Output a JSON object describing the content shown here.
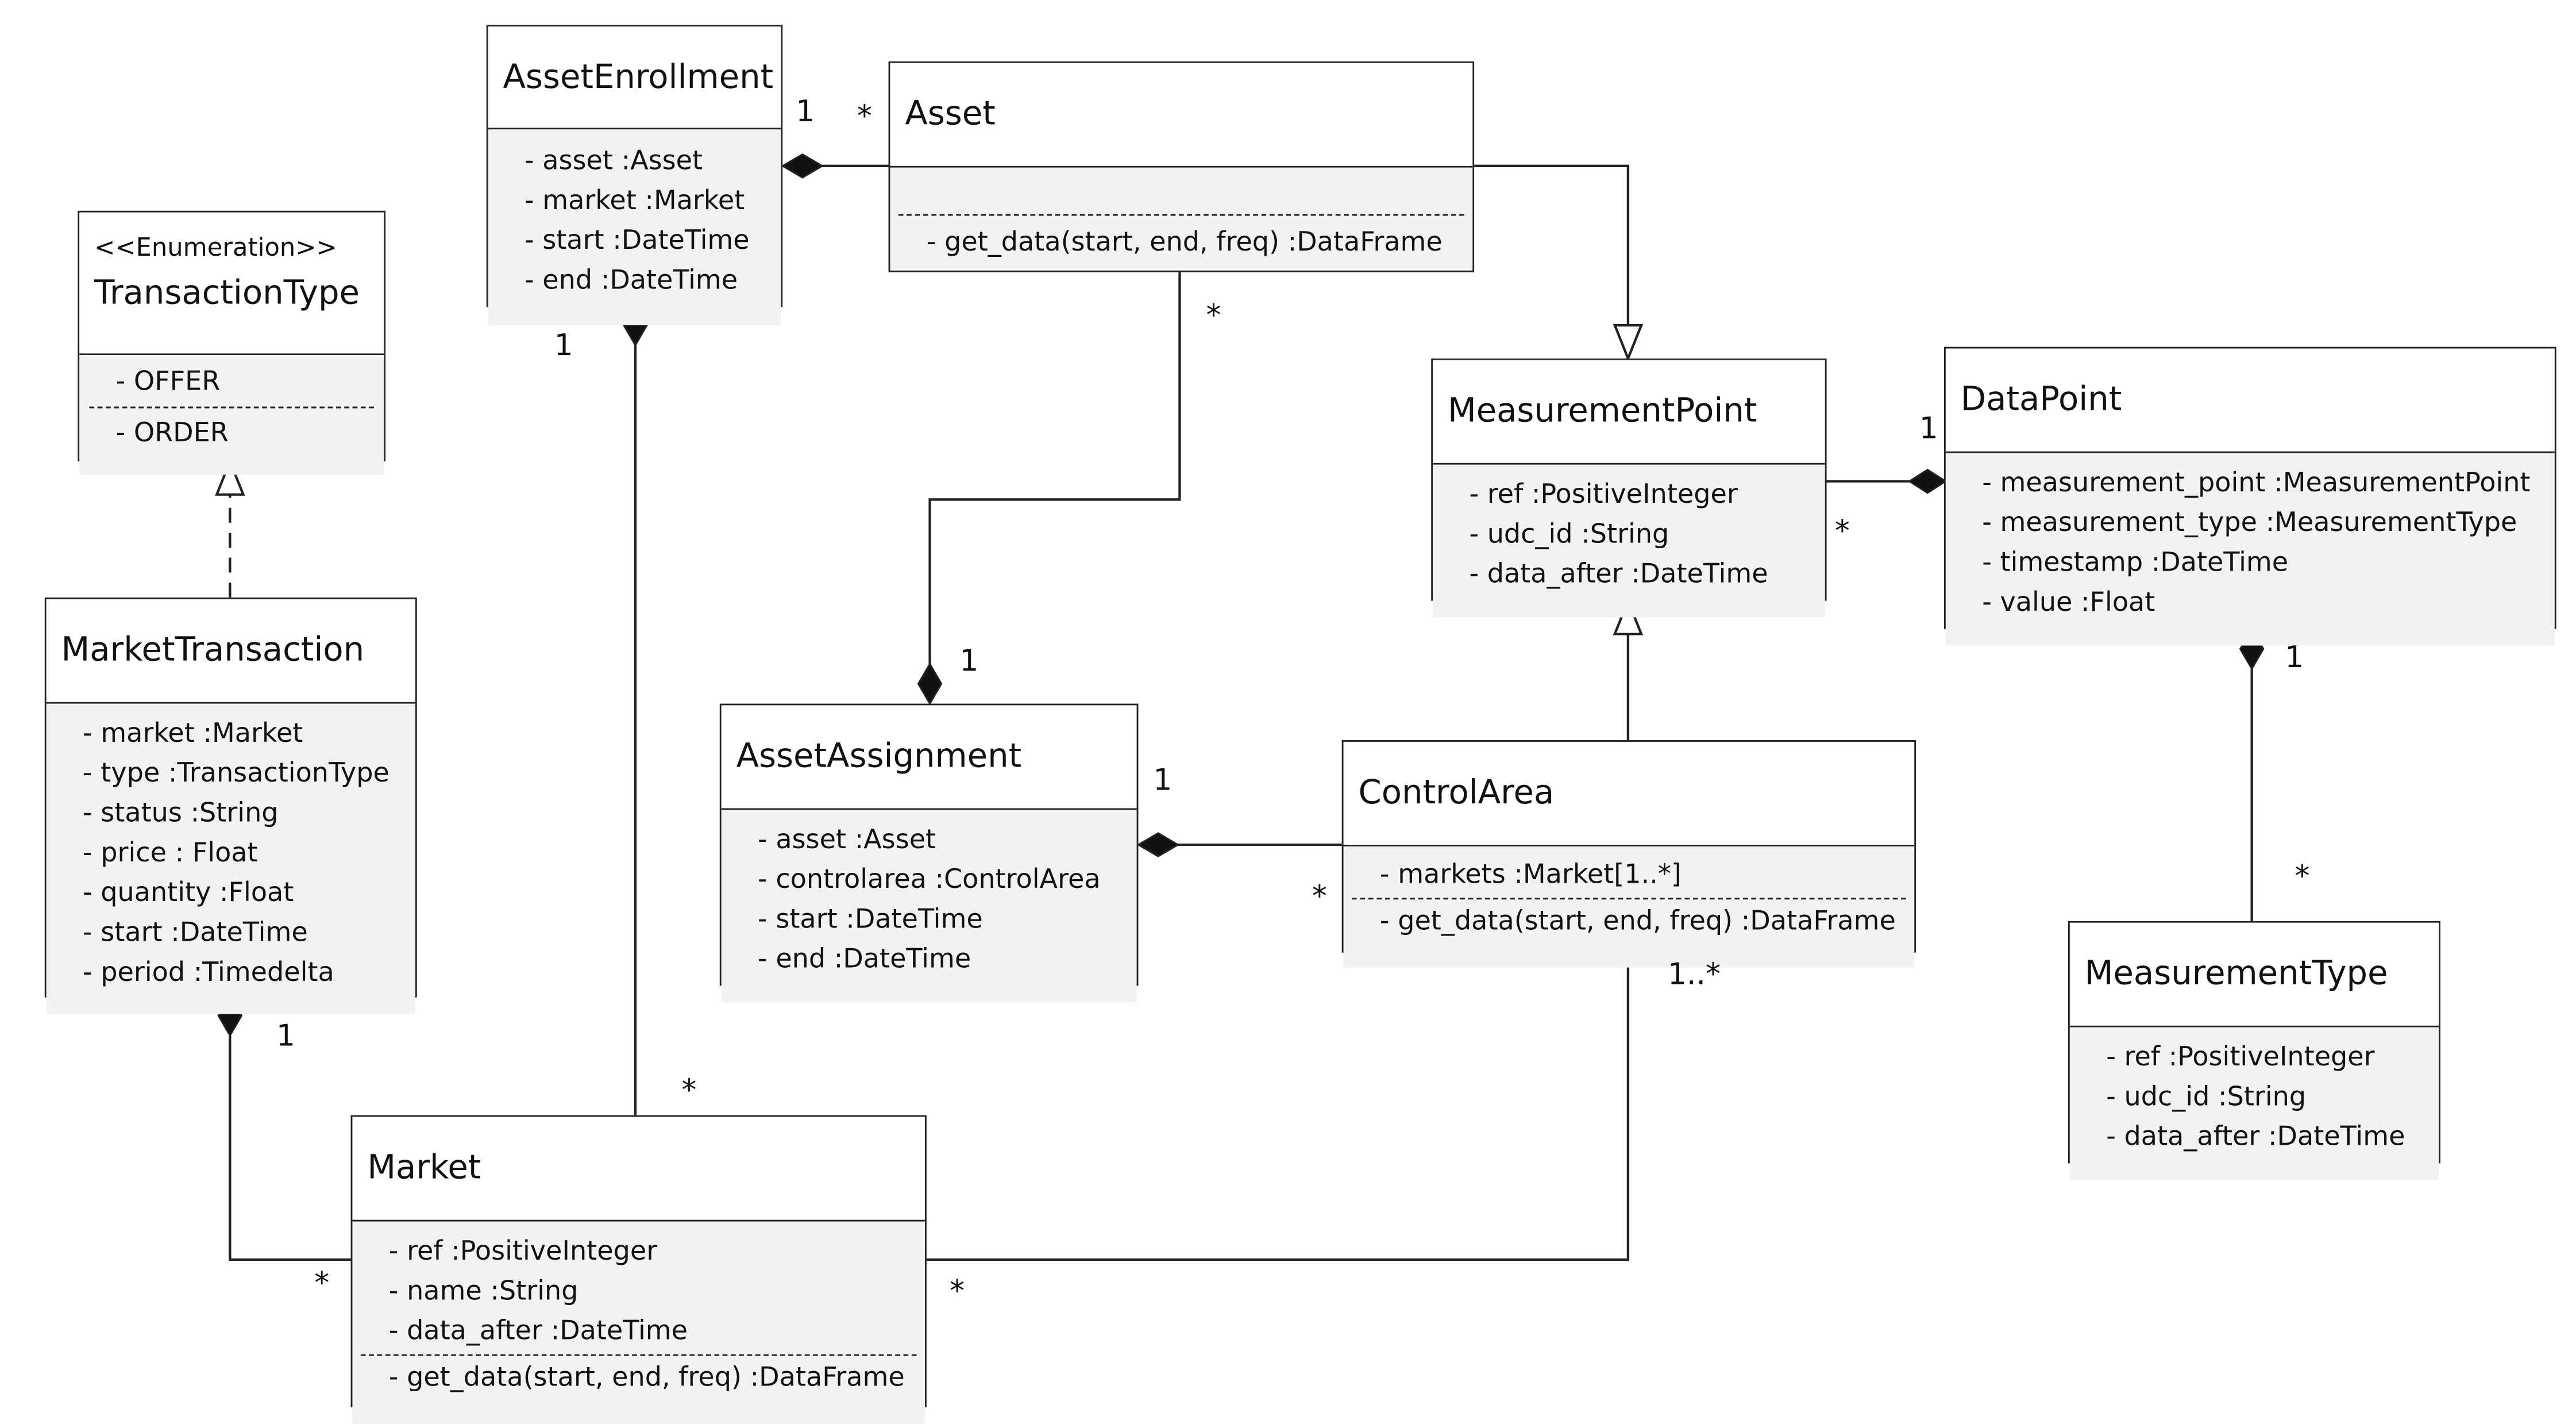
{
  "classes": {
    "transaction_type": {
      "stereotype": "<<Enumeration>>",
      "name": "TransactionType",
      "literals": [
        "- OFFER",
        "- ORDER"
      ]
    },
    "market_transaction": {
      "name": "MarketTransaction",
      "attributes": [
        "- market :Market",
        "- type :TransactionType",
        "- status :String",
        "- price : Float",
        "- quantity :Float",
        "- start :DateTime",
        "- period :Timedelta"
      ]
    },
    "asset_enrollment": {
      "name": "AssetEnrollment",
      "attributes": [
        "- asset :Asset",
        "- market :Market",
        "- start :DateTime",
        "- end :DateTime"
      ]
    },
    "asset": {
      "name": "Asset",
      "methods": [
        "- get_data(start, end, freq) :DataFrame"
      ]
    },
    "measurement_point": {
      "name": "MeasurementPoint",
      "attributes": [
        "- ref :PositiveInteger",
        "- udc_id :String",
        "- data_after :DateTime"
      ]
    },
    "data_point": {
      "name": "DataPoint",
      "attributes": [
        "- measurement_point :MeasurementPoint",
        "- measurement_type :MeasurementType",
        "- timestamp :DateTime",
        "- value :Float"
      ]
    },
    "asset_assignment": {
      "name": "AssetAssignment",
      "attributes": [
        "- asset :Asset",
        "- controlarea :ControlArea",
        "- start :DateTime",
        "- end :DateTime"
      ]
    },
    "control_area": {
      "name": "ControlArea",
      "attributes": [
        "- markets :Market[1..*]"
      ],
      "methods": [
        "- get_data(start, end, freq) :DataFrame"
      ]
    },
    "measurement_type": {
      "name": "MeasurementType",
      "attributes": [
        "- ref :PositiveInteger",
        "- udc_id :String",
        "- data_after :DateTime"
      ]
    },
    "market": {
      "name": "Market",
      "attributes": [
        "- ref :PositiveInteger",
        "- name :String",
        "- data_after :DateTime"
      ],
      "methods": [
        "- get_data(start, end, freq) :DataFrame"
      ]
    }
  },
  "multiplicities": {
    "enrollment_asset_1": "1",
    "enrollment_asset_star": "*",
    "enrollment_market_1": "1",
    "enrollment_market_star": "*",
    "asset_assignment_star": "*",
    "asset_assignment_1": "1",
    "mp_datapoint_1": "1",
    "mp_datapoint_star": "*",
    "assignment_control_1": "1",
    "assignment_control_star": "*",
    "datapoint_type_1": "1",
    "datapoint_type_star": "*",
    "control_market_many": "1..*",
    "control_market_star": "*",
    "transaction_market_1": "1",
    "transaction_market_star": "*"
  }
}
